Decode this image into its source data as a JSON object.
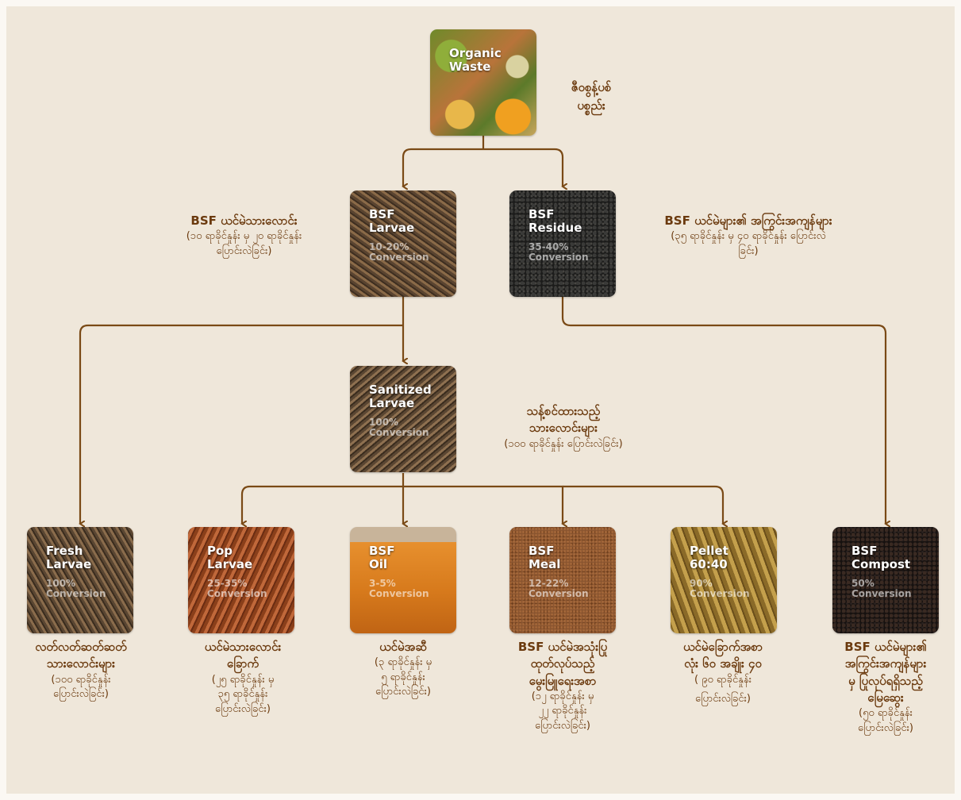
{
  "colors": {
    "background": "#efe7da",
    "connector": "#7a4a16",
    "label_text": "#6b3a0e",
    "node_title": "#ffffff"
  },
  "nodes": {
    "organic_waste": {
      "title_line1": "Organic",
      "title_line2": "Waste",
      "label_lines": [
        "ဇီဝစွန့်ပစ်",
        "ပစ္စည်း"
      ]
    },
    "bsf_larvae": {
      "title_line1": "BSF",
      "title_line2": "Larvae",
      "percent": "10-20%",
      "conversion": "Conversion",
      "label_heading": "BSF ယင်မဲသားလောင်း",
      "label_lines": [
        "(၁၀ ရာခိုင်နှုန်း မှ ၂၀ ရာခိုင်နှုန်း",
        "ပြောင်းလဲခြင်း)"
      ]
    },
    "bsf_residue": {
      "title_line1": "BSF",
      "title_line2": "Residue",
      "percent": "35-40%",
      "conversion": "Conversion",
      "label_heading": "BSF ယင်မဲများ၏ အကြွင်းအကျန်များ",
      "label_lines": [
        "(၃၅ ရာခိုင်နှုန်း မှ ၄၀ ရာခိုင်နှုန်း ပြောင်းလဲ",
        "ခြင်း)"
      ]
    },
    "sanitized_larvae": {
      "title_line1": "Sanitized",
      "title_line2": "Larvae",
      "percent": "100%",
      "conversion": "Conversion",
      "label_heading_lines": [
        "သန့်စင်ထားသည့်",
        "သားလောင်းများ"
      ],
      "label_lines": [
        "(၁၀၀ ရာခိုင်နှုန်း ပြောင်းလဲခြင်း)"
      ]
    },
    "fresh_larvae": {
      "title_line1": "Fresh",
      "title_line2": "Larvae",
      "percent": "100%",
      "conversion": "Conversion",
      "label_heading_lines": [
        "လတ်လတ်ဆတ်ဆတ်",
        "သားလောင်းများ"
      ],
      "label_lines": [
        "(၁၀၀ ရာခိုင်နှုန်း",
        "ပြောင်းလဲခြင်း)"
      ]
    },
    "pop_larvae": {
      "title_line1": "Pop",
      "title_line2": "Larvae",
      "percent": "25-35%",
      "conversion": "Conversion",
      "label_heading_lines": [
        "ယင်မဲသားလောင်း",
        "ခြောက်"
      ],
      "label_lines": [
        "(၂၅ ရာခိုင်နှုန်း မှ",
        "၃၅ ရာခိုင်နှုန်း",
        "ပြောင်းလဲခြင်း)"
      ]
    },
    "bsf_oil": {
      "title_line1": "BSF",
      "title_line2": "Oil",
      "percent": "3-5%",
      "conversion": "Conversion",
      "label_heading_lines": [
        "ယင်မဲအဆီ"
      ],
      "label_lines": [
        "(၃ ရာခိုင်နှုန်း မှ",
        "၅ ရာခိုင်နှုန်း",
        "ပြောင်းလဲခြင်း)"
      ]
    },
    "bsf_meal": {
      "title_line1": "BSF",
      "title_line2": "Meal",
      "percent": "12-22%",
      "conversion": "Conversion",
      "label_heading_lines": [
        "BSF ယင်မဲအသုံးပြု",
        "ထုတ်လုပ်သည့်",
        "မွေးမြူရေးအစာ"
      ],
      "label_lines": [
        "(၁၂ ရာခိုင်နှုန်း မှ",
        "၂၂ ရာခိုင်နှုန်း",
        "ပြောင်းလဲခြင်း)"
      ]
    },
    "pellet": {
      "title_line1": "Pellet",
      "title_line2": "60:40",
      "percent": "90%",
      "conversion": "Conversion",
      "label_heading_lines": [
        "ယင်မဲခြောက်အစာ",
        "လုံး ၆၀ အချိုး ၄၀"
      ],
      "label_lines": [
        "( ၉၀ ရာခိုင်နှုန်း",
        "ပြောင်းလဲခြင်း)"
      ]
    },
    "bsf_compost": {
      "title_line1": "BSF",
      "title_line2": "Compost",
      "percent": "50%",
      "conversion": "Conversion",
      "label_heading_lines": [
        "BSF ယင်မဲများ၏",
        "အကြွင်းအကျန်များ",
        "မှ ပြုလုပ်ရရှိသည့်",
        "မြေဆွေး"
      ],
      "label_lines": [
        "(၅၀ ရာခိုင်နှုန်း",
        "ပြောင်းလဲခြင်း)"
      ]
    }
  }
}
